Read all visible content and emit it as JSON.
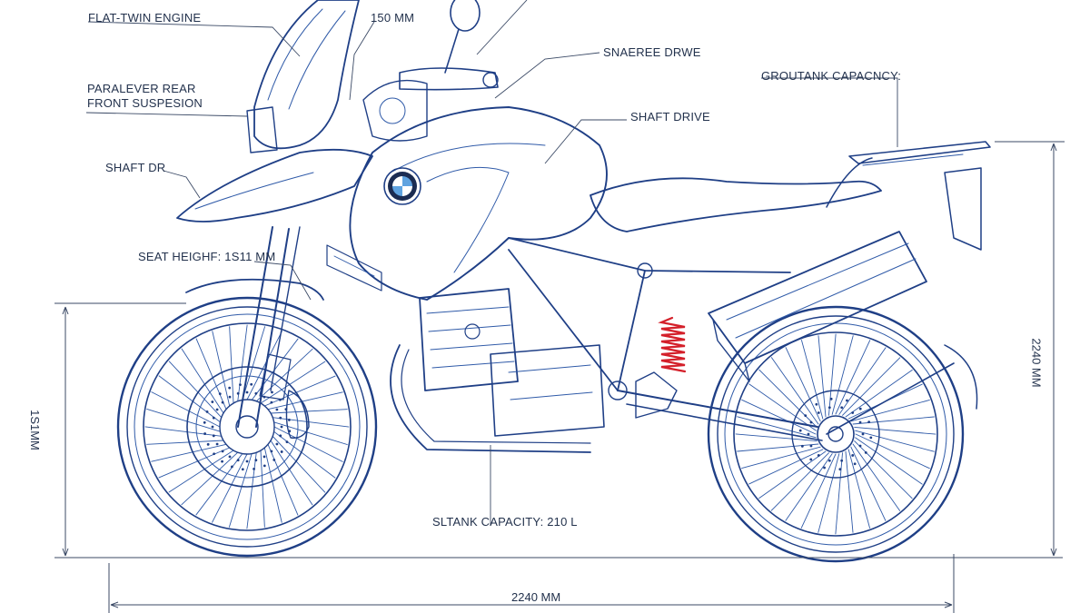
{
  "labels": {
    "flat_twin_engine": "FLAT-TWIN ENGINE",
    "dim_150mm": "150 MM",
    "snaree_drwe": "SNAEREE DRWE",
    "paralever_rear_line1": "PARALEVER REAR",
    "paralever_rear_line2": "FRONT SUSPESION",
    "groutank_capacity": "GROUTANK CAPACNCY:",
    "shaft_drive": "SHAFT DRIVE",
    "shaft_dr": "SHAFT DR",
    "seat_height": "SEAT HEIGHF: 1S11 MM",
    "sltank_capacity": "SLTANK CAPACITY: 210 L",
    "dim_left_vertical": "1S1MM",
    "dim_right_vertical": "2240 MM",
    "dim_bottom": "2240 MM"
  },
  "badge": {
    "brand_mark": "BMW"
  },
  "colors": {
    "ink": "#1f3f86",
    "ink_light": "#2f5aa8",
    "spring": "#d4202a",
    "leader": "#3b4a66"
  }
}
